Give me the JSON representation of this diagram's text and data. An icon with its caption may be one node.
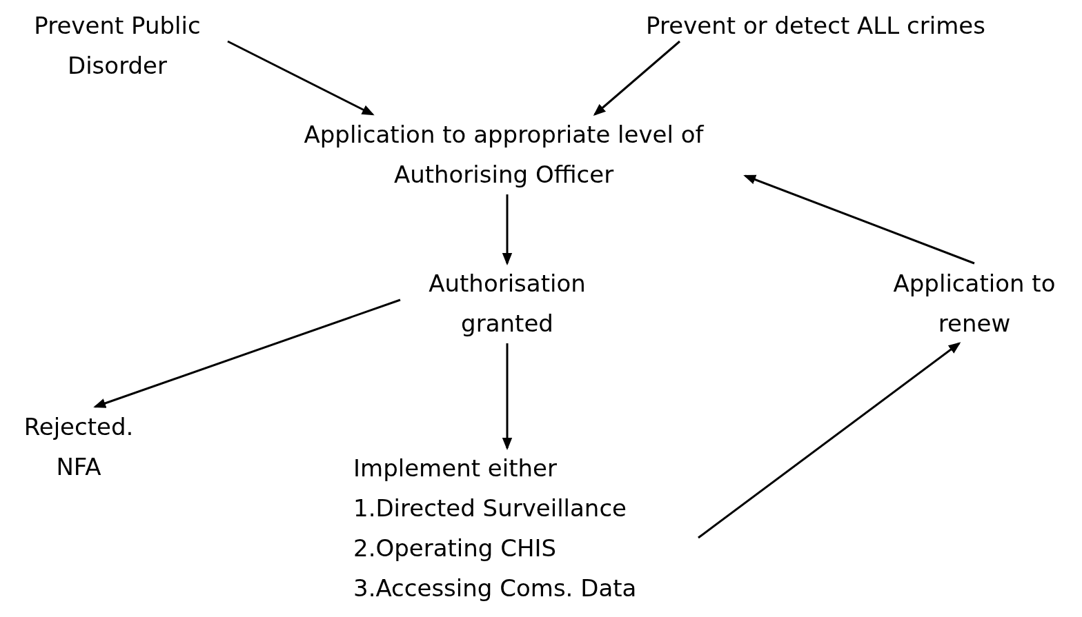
{
  "diagram": {
    "nodes": [
      {
        "text": [
          "Prevent Public Disorder"
        ]
      },
      {
        "text": [
          "Prevent or detect ALL crimes"
        ]
      },
      {
        "text": [
          "Application to appropriate level of Authorising Officer"
        ]
      },
      {
        "text": [
          "Authorisation granted"
        ]
      },
      {
        "text": [
          "Application to renew"
        ]
      },
      {
        "text": [
          "Rejected. NFA"
        ]
      },
      {
        "text": [
          "Implement either",
          "1.Directed Surveillance",
          "2.Operating CHIS",
          "3.Accessing Coms. Data"
        ]
      }
    ],
    "edges": [
      {
        "from": 0,
        "to": 2,
        "arrow": "to"
      },
      {
        "from": 1,
        "to": 2,
        "arrow": "to"
      },
      {
        "from": 2,
        "to": 3,
        "arrow": "to"
      },
      {
        "from": 3,
        "to": 5,
        "arrow": "to"
      },
      {
        "from": 3,
        "to": 6,
        "arrow": "to"
      },
      {
        "from": 6,
        "to": 4,
        "arrow": "to"
      },
      {
        "from": 4,
        "to": 2,
        "arrow": "to"
      }
    ]
  }
}
